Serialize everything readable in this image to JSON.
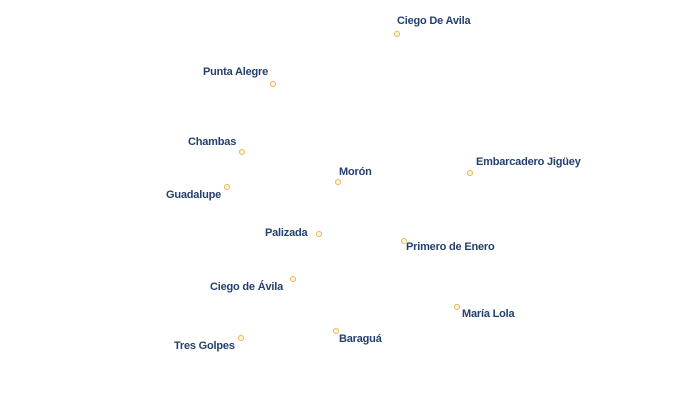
{
  "colors": {
    "label": "#24406e",
    "point_stroke": "#f0b24a",
    "background": "#ffffff"
  },
  "places": [
    {
      "key": "ciego-de-avila-city",
      "name": "Ciego De Avila"
    },
    {
      "key": "punta-alegre",
      "name": "Punta Alegre"
    },
    {
      "key": "chambas",
      "name": "Chambas"
    },
    {
      "key": "moron",
      "name": "Morón"
    },
    {
      "key": "embarcadero-jiguey",
      "name": "Embarcadero Jigüey"
    },
    {
      "key": "guadalupe",
      "name": "Guadalupe"
    },
    {
      "key": "palizada",
      "name": "Palizada"
    },
    {
      "key": "primero-de-enero",
      "name": "Primero de Enero"
    },
    {
      "key": "ciego-de-avila-province",
      "name": "Ciego de Ávila"
    },
    {
      "key": "maria-lola",
      "name": "María Lola"
    },
    {
      "key": "baragua",
      "name": "Baraguá"
    },
    {
      "key": "tres-golpes",
      "name": "Tres Golpes"
    }
  ]
}
